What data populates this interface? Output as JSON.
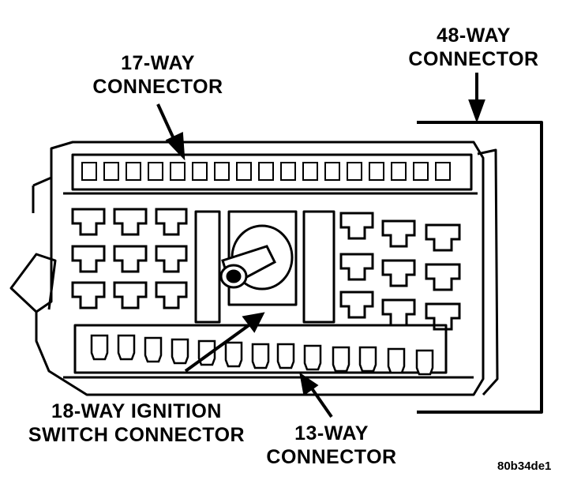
{
  "labels": {
    "seventeen_way": {
      "line1": "17-WAY",
      "line2": "CONNECTOR"
    },
    "forty_eight_way": {
      "line1": "48-WAY",
      "line2": "CONNECTOR"
    },
    "eighteen_way": {
      "line1": "18-WAY IGNITION",
      "line2": "SWITCH CONNECTOR"
    },
    "thirteen_way": {
      "line1": "13-WAY",
      "line2": "CONNECTOR"
    }
  },
  "figure_code": "80b34de1"
}
